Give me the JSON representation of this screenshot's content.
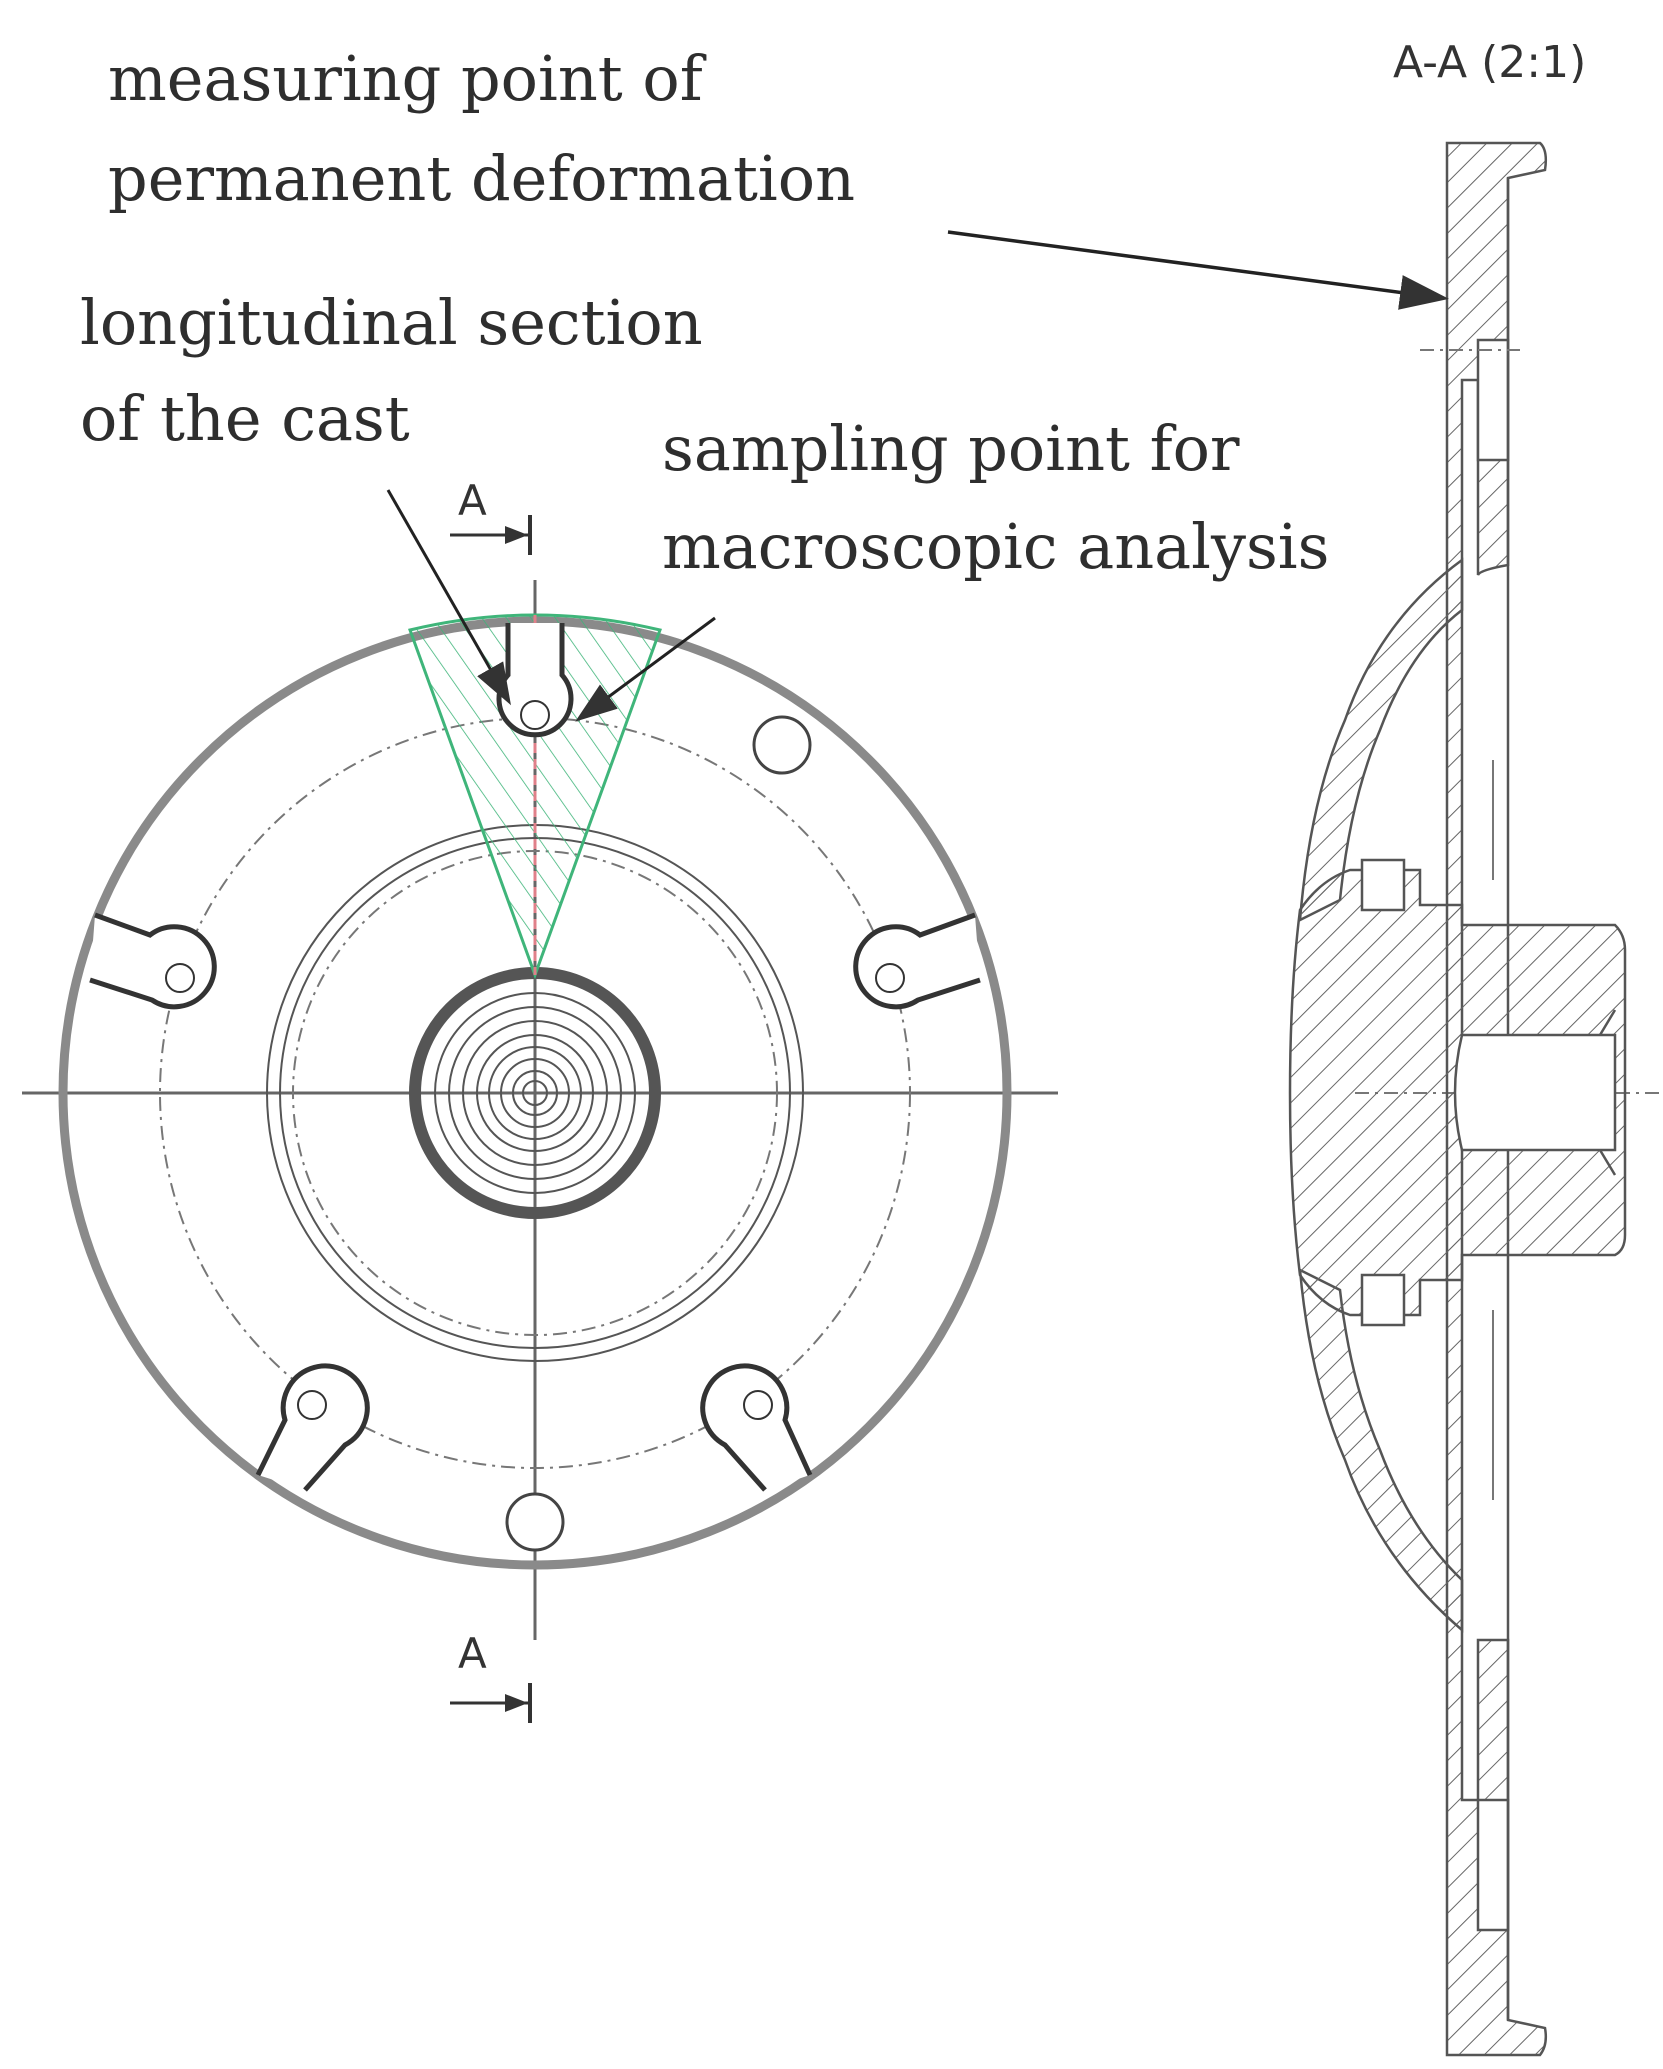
{
  "annotations": {
    "measuring_point_line1": "measuring point of",
    "measuring_point_line2": "permanent deformation",
    "longitudinal_line1": "longitudinal section",
    "longitudinal_line2": "of the cast",
    "sampling_line1": "sampling point for",
    "sampling_line2": "macroscopic analysis"
  },
  "section_view_title": "A-A (2:1)",
  "section_marker_top": "A",
  "section_marker_bottom": "A",
  "colors": {
    "line": "#444444",
    "outer_rim": "#8a8a8a",
    "section_wedge": "#3fb57a",
    "section_axis": "#e0808a",
    "text": "#2e2e2e"
  }
}
